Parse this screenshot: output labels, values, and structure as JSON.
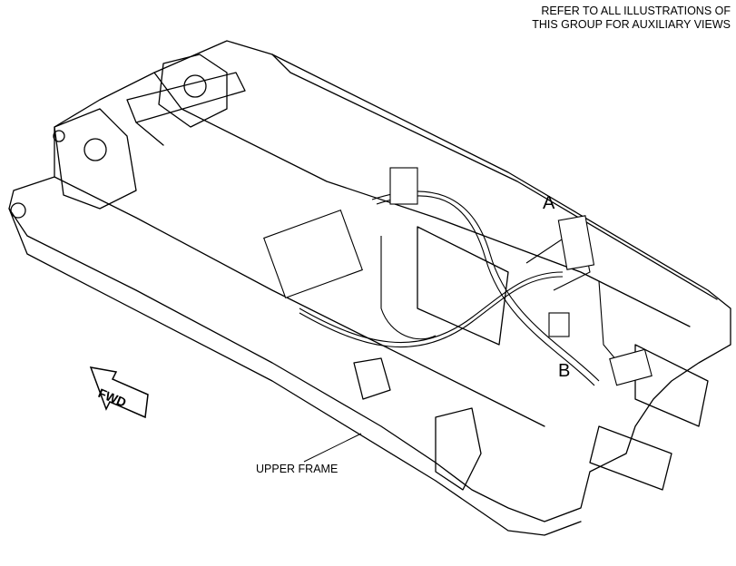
{
  "note": {
    "line1": "REFER TO ALL ILLUSTRATIONS OF",
    "line2": "THIS GROUP FOR AUXILIARY VIEWS"
  },
  "callouts": {
    "a": "A",
    "b": "B"
  },
  "frame_label": "UPPER FRAME",
  "direction_label": "FWD",
  "colors": {
    "line": "#000000",
    "background": "#ffffff"
  }
}
